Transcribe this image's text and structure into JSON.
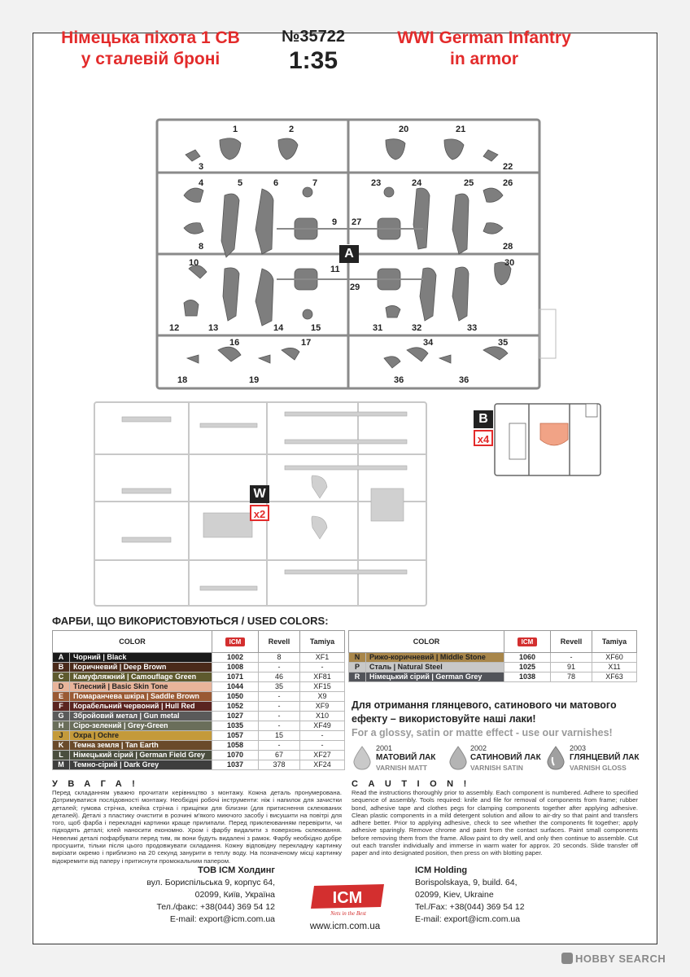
{
  "header": {
    "title_uk_line1": "Німецька піхота 1 СВ",
    "title_uk_line2": "у сталевій броні",
    "kit_number": "№35722",
    "scale": "1:35",
    "title_en_line1": "WWI German Infantry",
    "title_en_line2": "in armor"
  },
  "sprue_a": {
    "letter": "A",
    "part_numbers": [
      "1",
      "2",
      "20",
      "21",
      "3",
      "22",
      "4",
      "5",
      "6",
      "7",
      "23",
      "24",
      "25",
      "26",
      "9",
      "27",
      "8",
      "28",
      "10",
      "11",
      "30",
      "29",
      "12",
      "13",
      "14",
      "15",
      "31",
      "32",
      "33",
      "16",
      "17",
      "34",
      "35",
      "18",
      "19",
      "36",
      "36"
    ]
  },
  "sprue_b": {
    "letter": "B",
    "multiplier": "x4"
  },
  "sprue_w": {
    "letter": "W",
    "multiplier": "x2"
  },
  "colors": {
    "heading": "ФАРБИ, ЩО ВИКОРИСТОВУЮТЬСЯ / USED COLORS:",
    "col_color": "COLOR",
    "col_icm": "ICM",
    "col_revell": "Revell",
    "col_tamiya": "Tamiya",
    "left": [
      {
        "letter": "A",
        "name": "Чорний | Black",
        "icm": "1002",
        "revell": "8",
        "tamiya": "XF1",
        "swatch": "#1a1a1a"
      },
      {
        "letter": "B",
        "name": "Коричневий | Deep Brown",
        "icm": "1008",
        "revell": "-",
        "tamiya": "-",
        "swatch": "#4a2a1a"
      },
      {
        "letter": "C",
        "name": "Камуфляжний | Camouflage Green",
        "icm": "1071",
        "revell": "46",
        "tamiya": "XF81",
        "swatch": "#5e5a2e"
      },
      {
        "letter": "D",
        "name": "Тілесний | Basic Skin Tone",
        "icm": "1044",
        "revell": "35",
        "tamiya": "XF15",
        "swatch": "#e8b49a"
      },
      {
        "letter": "E",
        "name": "Помаранчева шкіра | Saddle Brown",
        "icm": "1050",
        "revell": "-",
        "tamiya": "X9",
        "swatch": "#9a5a34"
      },
      {
        "letter": "F",
        "name": "Корабельний червоний | Hull Red",
        "icm": "1052",
        "revell": "-",
        "tamiya": "XF9",
        "swatch": "#5a2420"
      },
      {
        "letter": "G",
        "name": "Збройовий метал | Gun metal",
        "icm": "1027",
        "revell": "-",
        "tamiya": "X10",
        "swatch": "#5a5a5a"
      },
      {
        "letter": "H",
        "name": "Сіро-зелений | Grey-Green",
        "icm": "1035",
        "revell": "-",
        "tamiya": "XF49",
        "swatch": "#6a6e5a"
      },
      {
        "letter": "J",
        "name": "Охра | Ochre",
        "icm": "1057",
        "revell": "15",
        "tamiya": "-",
        "swatch": "#c49a3a"
      },
      {
        "letter": "K",
        "name": "Темна земля | Tan Earth",
        "icm": "1058",
        "revell": "-",
        "tamiya": "-",
        "swatch": "#6a4a2a"
      },
      {
        "letter": "L",
        "name": "Німецький сірий | German Field Grey",
        "icm": "1070",
        "revell": "67",
        "tamiya": "XF27",
        "swatch": "#4a4e3e"
      },
      {
        "letter": "M",
        "name": "Темно-сірий | Dark Grey",
        "icm": "1037",
        "revell": "378",
        "tamiya": "XF24",
        "swatch": "#3e3e3e"
      }
    ],
    "right": [
      {
        "letter": "N",
        "name": "Рижо-коричневий | Middle Stone",
        "icm": "1060",
        "revell": "-",
        "tamiya": "XF60",
        "swatch": "#a8864a"
      },
      {
        "letter": "P",
        "name": "Сталь | Natural Steel",
        "icm": "1025",
        "revell": "91",
        "tamiya": "X11",
        "swatch": "#c8c8c8"
      },
      {
        "letter": "R",
        "name": "Німецький сірий | German Grey",
        "icm": "1038",
        "revell": "78",
        "tamiya": "XF63",
        "swatch": "#52545a"
      }
    ]
  },
  "varnish": {
    "text_uk_line1": "Для отримання глянцевого, сатинового чи матового",
    "text_uk_line2": "ефекту – використовуйте наші лаки!",
    "text_en": "For a glossy, satin or matte effect - use our varnishes!",
    "items": [
      {
        "code": "2001",
        "name": "МАТОВИЙ ЛАК",
        "sub": "VARNISH MATT"
      },
      {
        "code": "2002",
        "name": "САТИНОВИЙ ЛАК",
        "sub": "VARNISH SATIN"
      },
      {
        "code": "2003",
        "name": "ГЛЯНЦЕВИЙ ЛАК",
        "sub": "VARNISH GLOSS"
      }
    ]
  },
  "caution_uk": {
    "title": "УВАГА!",
    "text": "Перед складанням уважно прочитати керівництво з монтажу. Кожна деталь пронумерована. Дотримуватися послідовності монтажу. Необхідні робочі інструменти: ніж і напилок для зачистки деталей; гумова стрічка, клейка стрічка і прищіпки для білизни (для притиснення склеюваних деталей). Деталі з пластику очистити в розчині м'якого миючого засобу і висушити на повітрі для того, щоб фарба і перекладні картинки краще прилипали. Перед приклеюванням перевірити, чи підходять деталі; клей наносити економно. Хром і фарбу видалити з поверхонь склеювання. Невеликі деталі пофарбувати перед тим, як вони будуть видалені з рамок. Фарбу необхідно добре просушити, тільки після цього продовжувати складання. Кожну відповідну перекладну картинку вирізати окремо і приблизно на 20 секунд занурити в теплу воду. На позначеному місці картинку відокремити від паперу і притиснути промокальним папером."
  },
  "caution_en": {
    "title": "CAUTION!",
    "text": "Read the instructions thoroughly prior to assembly. Each component is numbered. Adhere to specified sequence of assembly. Tools required: knife and file for removal of components from frame; rubber bond, adhesive tape and clothes pegs for clamping components together after applying adhesive. Clean plastic components in a mild detergent solution and allow to air-dry so that paint and transfers adhere better. Prior to applying adhesive, check to see whether the components fit together; apply adhesive sparingly. Remove chrome and paint from the contact surfaces. Paint small components before removing them from the frame. Allow paint to dry well, and only then continue to assemble. Cut out each transfer individually and immerse in warm water for approx. 20 seconds. Slide transfer off paper and into designated position, then press on with blotting paper."
  },
  "address_uk": {
    "company": "ТОВ ICM Холдинг",
    "line1": "вул. Бориспільська 9, корпус 64,",
    "line2": "02099, Київ, Україна",
    "line3": "Тел./факс: +38(044) 369 54 12",
    "line4": "E-mail: export@icm.com.ua"
  },
  "address_en": {
    "company": "ICM Holding",
    "line1": "Borispolskaya, 9, build. 64,",
    "line2": "02099, Kiev, Ukraine",
    "line3": "Tel./Fax: +38(044) 369 54 12",
    "line4": "E-mail: export@icm.com.ua"
  },
  "logo": {
    "text": "ICM",
    "tagline": "Nets in the Best"
  },
  "website": "www.icm.com.ua",
  "watermark": "HOBBY SEARCH"
}
